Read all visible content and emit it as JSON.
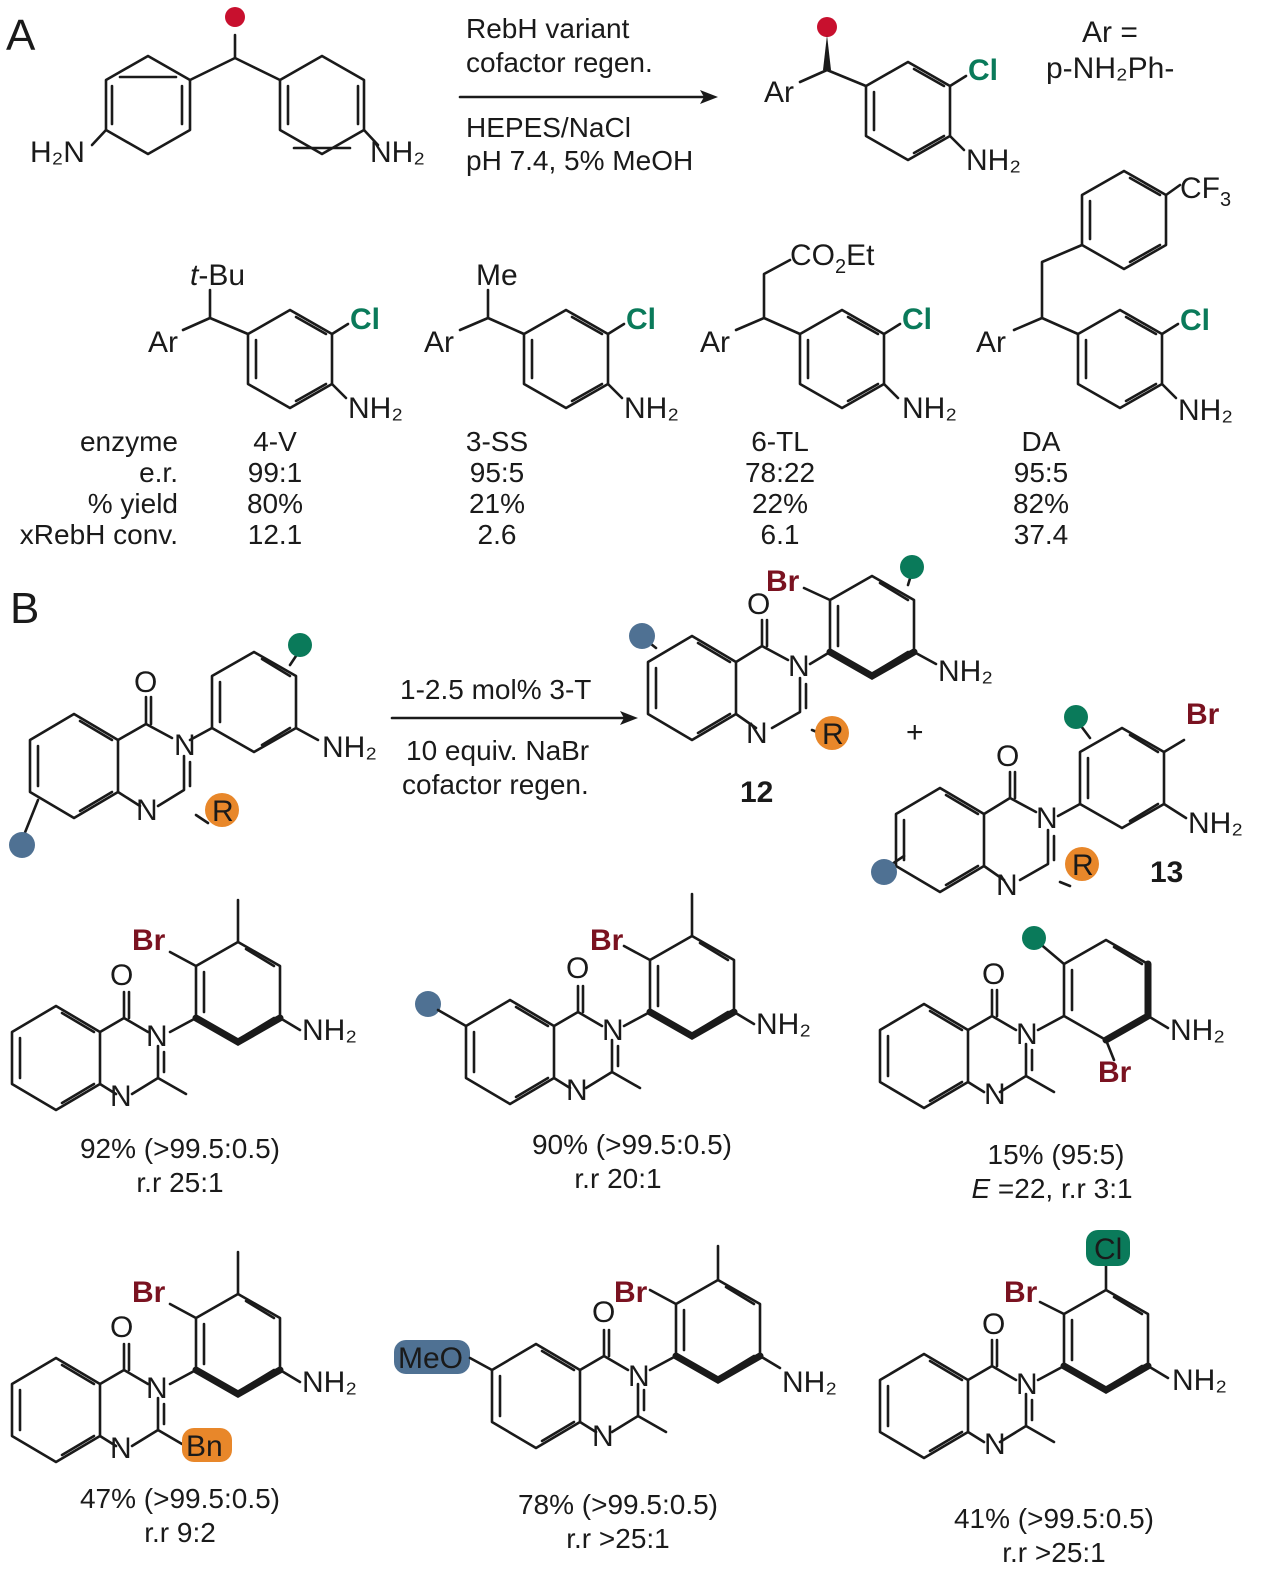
{
  "panels": {
    "a": "A",
    "b": "B"
  },
  "colors": {
    "red_dot": "#c8102e",
    "green": "#0a7a5a",
    "blue_dot": "#4f7193",
    "orange": "#e8872a",
    "br": "#7a1220",
    "text": "#1a1a1a"
  },
  "scheme_a": {
    "conditions_above": [
      "RebH variant",
      "cofactor regen."
    ],
    "conditions_below": [
      "HEPES/NaCl",
      "pH 7.4, 5% MeOH"
    ],
    "ar_def_1": "Ar =",
    "ar_def_2": "p-NH₂Ph-",
    "sm_nh2_left": "H₂N",
    "sm_nh2_right": "NH₂",
    "prod_ar": "Ar",
    "prod_cl": "Cl",
    "prod_nh2": "NH₂"
  },
  "table_a": {
    "row_labels": [
      "enzyme",
      "e.r.",
      "% yield",
      "xRebH conv."
    ],
    "substituents": [
      "t-Bu",
      "Me",
      "CO₂Et",
      "CF₃"
    ],
    "columns": [
      {
        "enzyme": "4-V",
        "er": "99:1",
        "yield": "80%",
        "conv": "12.1"
      },
      {
        "enzyme": "3-SS",
        "er": "95:5",
        "yield": "21%",
        "conv": "2.6"
      },
      {
        "enzyme": "6-TL",
        "er": "78:22",
        "yield": "22%",
        "conv": "6.1"
      },
      {
        "enzyme": "DA",
        "er": "95:5",
        "yield": "82%",
        "conv": "37.4"
      }
    ],
    "ar": "Ar",
    "cl": "Cl",
    "nh2": "NH₂"
  },
  "scheme_b": {
    "conditions_above": "1-2.5 mol% 3-T",
    "conditions_below": [
      "10 equiv. NaBr",
      "cofactor regen."
    ],
    "plus": "+",
    "product_12": "12",
    "product_13": "13",
    "o": "O",
    "n": "N",
    "r": "R",
    "br": "Br",
    "nh2": "NH₂"
  },
  "examples_b": [
    {
      "line1": "92% (>99.5:0.5)",
      "line2": "r.r 25:1"
    },
    {
      "line1": "90% (>99.5:0.5)",
      "line2": "r.r 20:1"
    },
    {
      "line1": "15% (95:5)",
      "line2_italic": "E",
      "line2": " =22, r.r 3:1"
    },
    {
      "line1": "47% (>99.5:0.5)",
      "line2": "r.r 9:2"
    },
    {
      "line1": "78% (>99.5:0.5)",
      "line2": "r.r >25:1"
    },
    {
      "line1": "41% (>99.5:0.5)",
      "line2": "r.r >25:1"
    }
  ],
  "example_labels": {
    "bn": "Bn",
    "meo": "MeO",
    "cl": "Cl",
    "br": "Br",
    "nh2": "NH₂"
  }
}
